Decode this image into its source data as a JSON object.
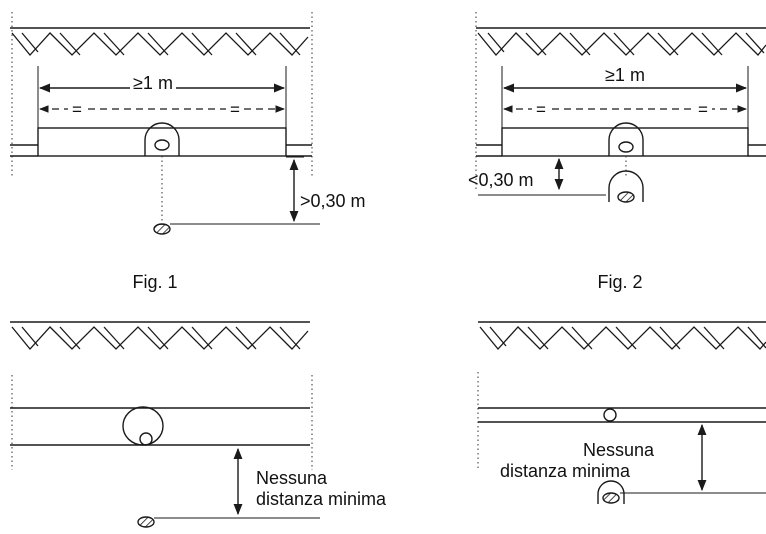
{
  "figures": [
    {
      "caption": "Fig. 1",
      "width_label": "≥1 m",
      "equal_left": "=",
      "equal_right": "=",
      "distance_label": ">0,30 m"
    },
    {
      "caption": "Fig. 2",
      "width_label": "≥1 m",
      "equal_left": "=",
      "equal_right": "=",
      "distance_label": "<0,30 m"
    },
    {
      "distance_line1": "Nessuna",
      "distance_line2": "distanza minima"
    },
    {
      "distance_line1": "Nessuna",
      "distance_line2": "distanza minima"
    }
  ]
}
